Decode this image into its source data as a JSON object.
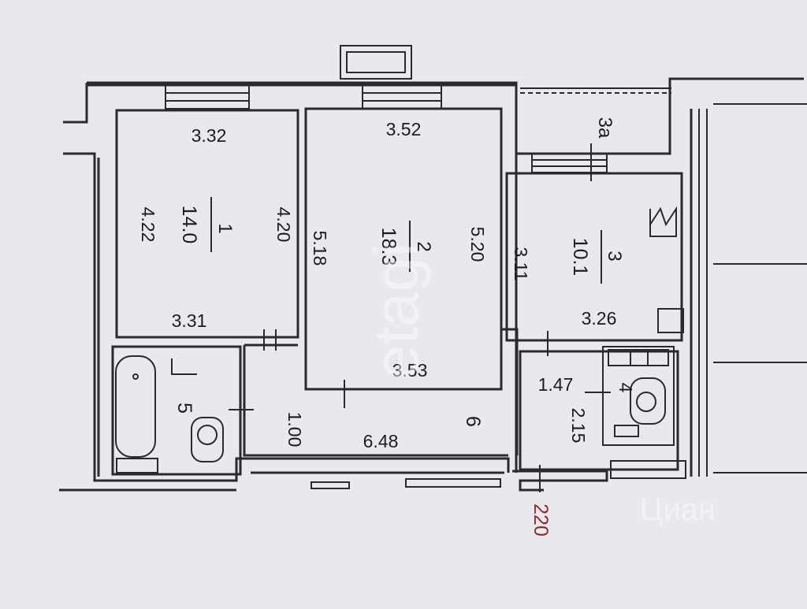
{
  "rooms": {
    "r1": {
      "number": "1",
      "area": "14.0",
      "top": "3.32",
      "bottom": "3.31",
      "left": "4.22",
      "right": "4.20"
    },
    "r2": {
      "number": "2",
      "area": "18.3",
      "top": "3.52",
      "bottom": "3.53",
      "left": "5.18",
      "right": "5.20"
    },
    "r3": {
      "number": "3",
      "area": "10.1",
      "left": "3.11",
      "bottom": "3.26"
    },
    "r3a": {
      "label": "3а"
    },
    "r4": {
      "number": "4",
      "w": "1.47",
      "h": "2.15"
    },
    "r5": {
      "number": "5"
    },
    "r6": {
      "number": "6",
      "length": "6.48",
      "width": "1.00"
    }
  },
  "marker": {
    "height": "220"
  },
  "watermarks": {
    "center": "etagi",
    "corner": "Циан"
  }
}
